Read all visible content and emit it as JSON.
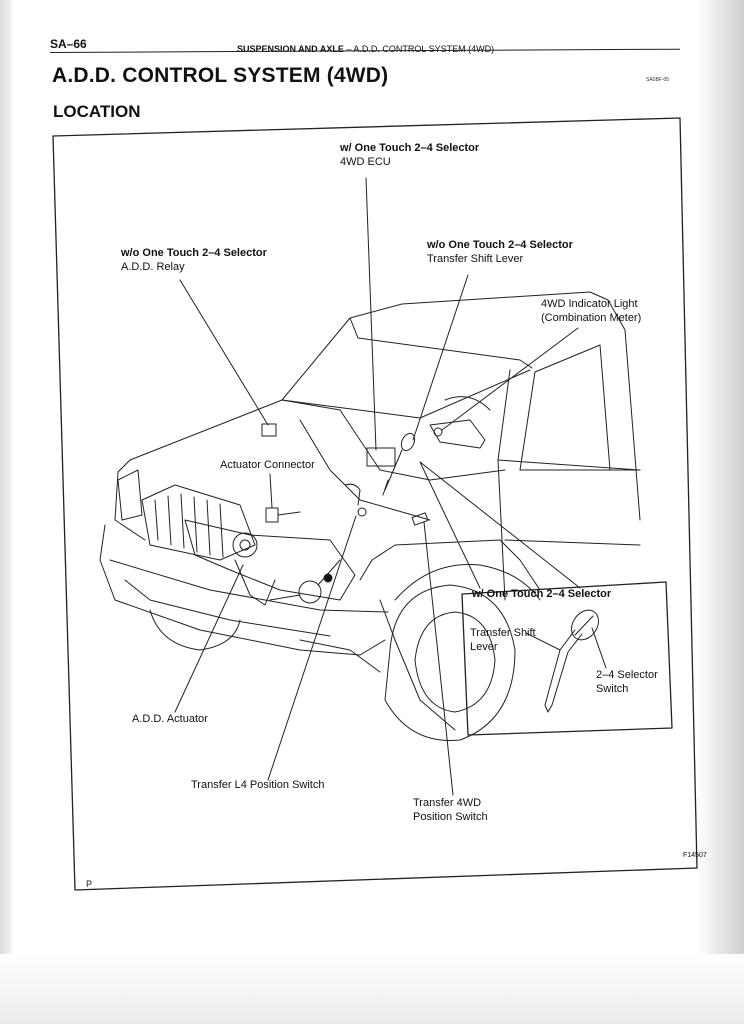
{
  "header": {
    "page_number": "SA–66",
    "section": "SUSPENSION AND AXLE",
    "separator": "–",
    "subsection": "A.D.D. CONTROL SYSTEM (4WD)",
    "doc_code": "SA0BF-05"
  },
  "title": "A.D.D. CONTROL SYSTEM (4WD)",
  "subtitle": "LOCATION",
  "diagram": {
    "ecu": {
      "qualifier": "w/ One Touch 2–4 Selector",
      "name": "4WD ECU"
    },
    "relay": {
      "qualifier": "w/o One Touch 2–4 Selector",
      "name": "A.D.D. Relay"
    },
    "shift_lever": {
      "qualifier": "w/o One Touch 2–4 Selector",
      "name": "Transfer Shift Lever"
    },
    "indicator": {
      "line1": "4WD Indicator Light",
      "line2": "(Combination Meter)"
    },
    "actuator_connector": "Actuator Connector",
    "inset": {
      "qualifier": "w/ One Touch 2–4 Selector",
      "lever_line1": "Transfer Shift",
      "lever_line2": "Lever",
      "switch_line1": "2–4 Selector",
      "switch_line2": "Switch"
    },
    "actuator": "A.D.D. Actuator",
    "l4_switch": "Transfer L4 Position Switch",
    "fourwd_switch": {
      "line1": "Transfer 4WD",
      "line2": "Position Switch"
    },
    "figure_code": "F14507",
    "corner_mark": "P"
  }
}
